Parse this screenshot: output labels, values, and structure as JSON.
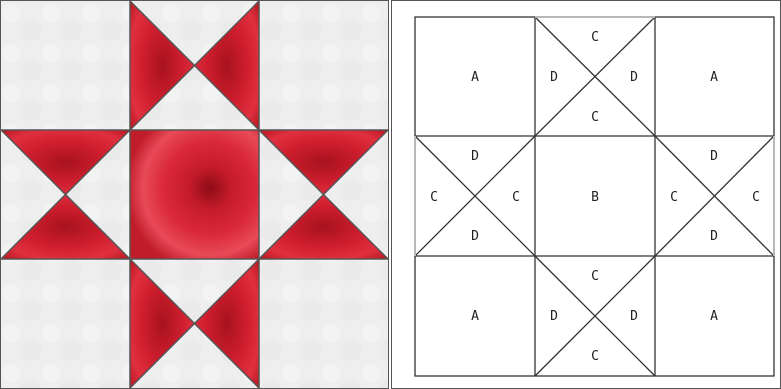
{
  "block_photo": {
    "colors": {
      "background": "#efeeee",
      "background_light": "#f6f5f5",
      "red_dark": "#a8121e",
      "red_mid": "#cf1e2e",
      "red_light": "#e84a57",
      "seam": "#8a1018"
    }
  },
  "diagram": {
    "labels": {
      "top_row": {
        "left_square": "A",
        "center_top": "C",
        "center_left": "D",
        "center_right": "D",
        "center_bottom": "C",
        "right_square": "A"
      },
      "middle_row": {
        "left_top": "D",
        "left_left": "C",
        "left_right": "C",
        "left_bottom": "D",
        "center": "B",
        "right_top": "D",
        "right_left": "C",
        "right_right": "C",
        "right_bottom": "D"
      },
      "bottom_row": {
        "left_square": "A",
        "center_top": "C",
        "center_left": "D",
        "center_right": "D",
        "center_bottom": "C",
        "right_square": "A"
      }
    },
    "colors": {
      "line": "#333333",
      "highlight_line": "#b8b8b8"
    }
  }
}
